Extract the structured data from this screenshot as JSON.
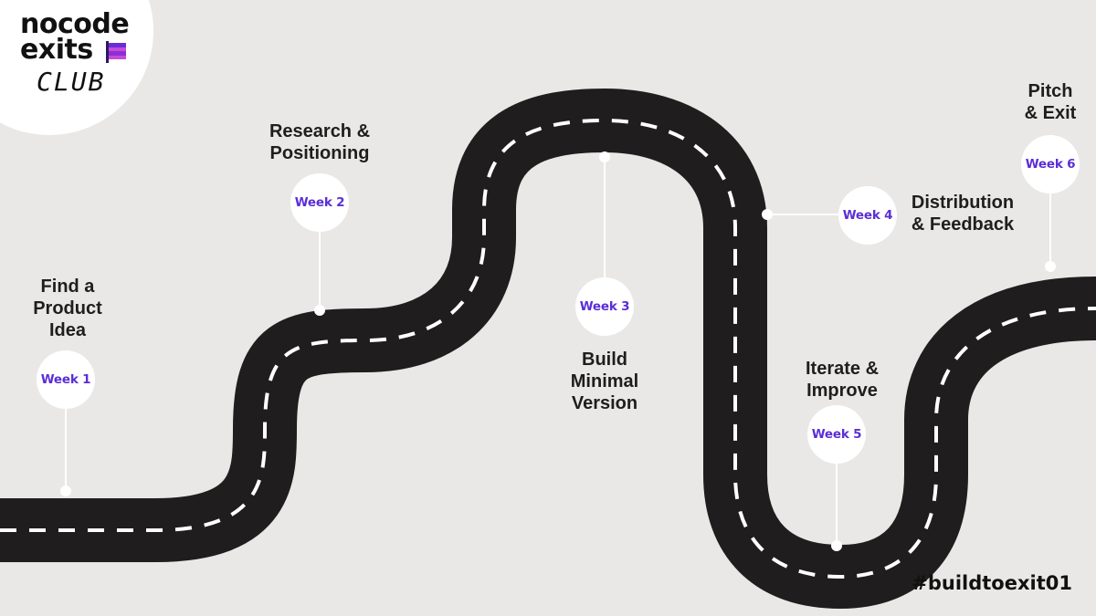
{
  "logo": {
    "line1": "nocode",
    "line2": "exits",
    "line3": "CLUB"
  },
  "milestones": [
    {
      "week": "Week 1",
      "title": "Find a\nProduct\nIdea"
    },
    {
      "week": "Week 2",
      "title": "Research &\nPositioning"
    },
    {
      "week": "Week 3",
      "title": "Build\nMinimal\nVersion"
    },
    {
      "week": "Week 4",
      "title": "Distribution\n& Feedback"
    },
    {
      "week": "Week 5",
      "title": "Iterate &\nImprove"
    },
    {
      "week": "Week 6",
      "title": "Pitch\n& Exit"
    }
  ],
  "hashtag": "#buildtoexit01",
  "colors": {
    "background": "#e9e8e7",
    "road": "#1f1d1d",
    "week_text": "#5b2ed6",
    "lane": "#ffffff"
  }
}
